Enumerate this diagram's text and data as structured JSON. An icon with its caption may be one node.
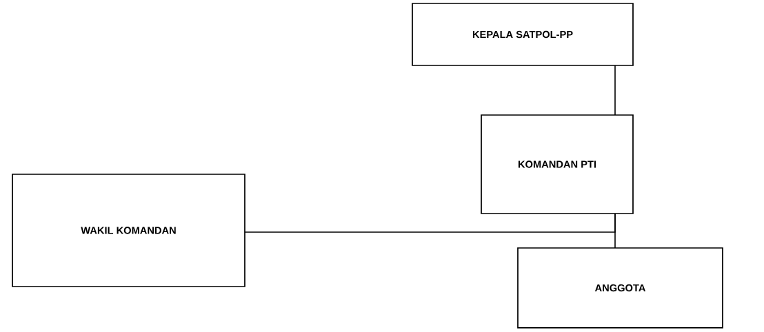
{
  "diagram": {
    "nodes": [
      {
        "text": [
          "KEPALA SATPOL-PP"
        ]
      },
      {
        "text": [
          "KOMANDAN PTI"
        ]
      },
      {
        "text": [
          "WAKIL KOMANDAN"
        ]
      },
      {
        "text": [
          "ANGGOTA"
        ]
      }
    ],
    "edges": [
      {
        "from": 0,
        "to": 1,
        "arrow": "none"
      },
      {
        "from": 1,
        "to": 3,
        "arrow": "none"
      },
      {
        "from": 2,
        "to": 1,
        "arrow": "none"
      }
    ]
  }
}
